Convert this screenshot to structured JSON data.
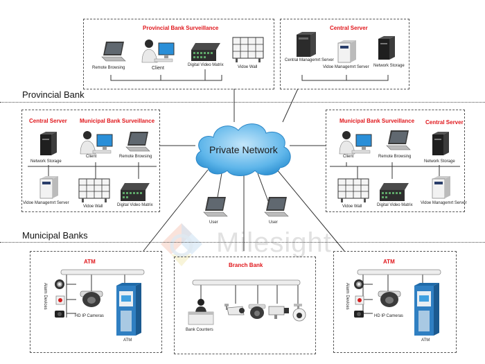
{
  "sections": {
    "provincial": "Provincial Bank",
    "municipal": "Municipal Banks"
  },
  "network": {
    "label": "Private Network"
  },
  "watermark": "Milesight",
  "provincial_surveillance": {
    "title": "Provincial Bank Surveillance",
    "remote_browsing": "Remote Browsing",
    "client": "Client",
    "dvm": "Digital Video Matrix",
    "video_wall": "Vidoe Wall"
  },
  "provincial_server": {
    "title": "Central Server",
    "cms": "Central Managemrt Server",
    "vms": "Vidoe Managemrt Server",
    "storage": "Network Storage"
  },
  "left_municipal": {
    "server_title": "Central Server",
    "surv_title": "Municipal Bank Surveillance",
    "storage": "Network Storage",
    "vms": "Vidoe Managemrt Server",
    "client": "Client",
    "remote_browsing": "Remote Browsing",
    "video_wall": "Vidoe Wall",
    "dvm": "Digital Video Matrix"
  },
  "right_municipal": {
    "surv_title": "Municipal Bank Surveillance",
    "server_title": "Central Server",
    "client": "Client",
    "remote_browsing": "Remote Browsing",
    "storage": "Network Storage",
    "video_wall": "Vidoe Wall",
    "dvm": "Digital Video Matrix",
    "vms": "Vidoe Managemrt Server"
  },
  "users": {
    "user_a": "User",
    "user_b": "User"
  },
  "atm_left": {
    "title": "ATM",
    "alarm": "Alarm Devices",
    "cameras": "HD IP Cameras",
    "atm": "ATM"
  },
  "branch": {
    "title": "Branch Bank",
    "counters": "Bank Counters"
  },
  "atm_right": {
    "title": "ATM",
    "alarm": "Alarm Devices",
    "cameras": "HD IP Cameras",
    "atm": "ATM"
  },
  "colors": {
    "title_red": "#e0161b",
    "cloud_blue": "#3ba4e0",
    "line": "#333333"
  }
}
